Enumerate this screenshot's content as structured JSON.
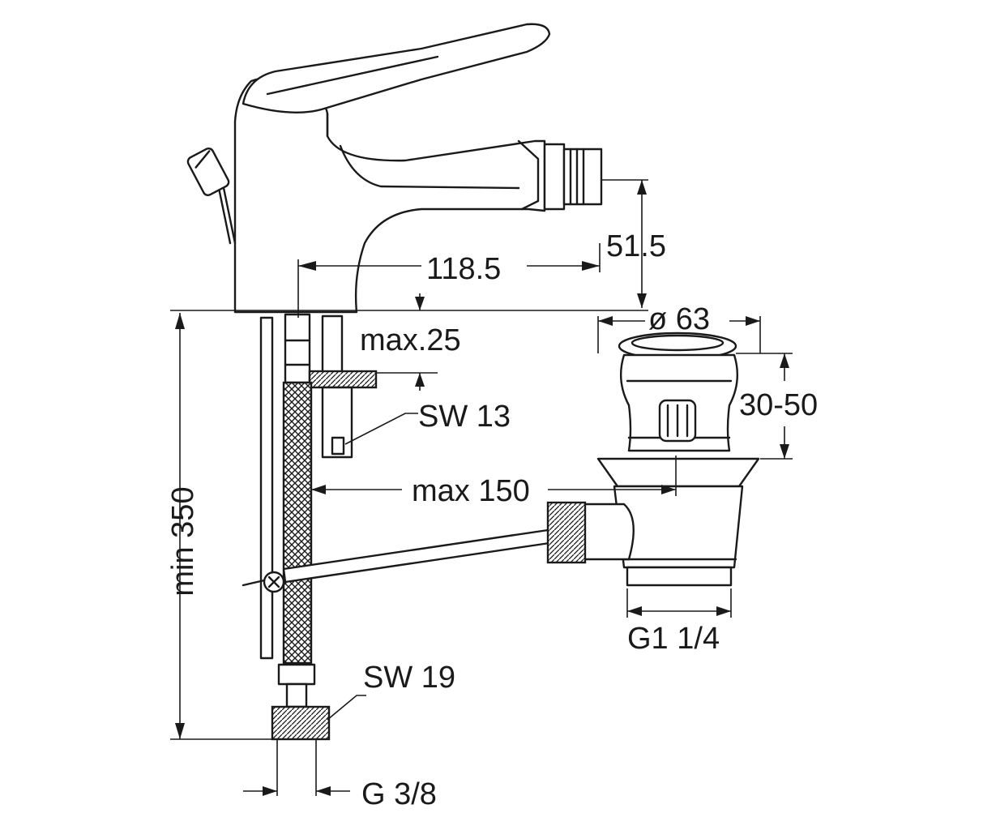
{
  "dimensions": {
    "height_outlet": "51.5",
    "reach": "118.5",
    "deck_thickness": "max.25",
    "nut_small": "SW 13",
    "supply_length": "min 350",
    "spacing": "max 150",
    "waste_diameter": "ø 63",
    "waste_height": "30-50",
    "waste_thread": "G1 1/4",
    "nut_large": "SW 19",
    "supply_thread": "G 3/8"
  }
}
